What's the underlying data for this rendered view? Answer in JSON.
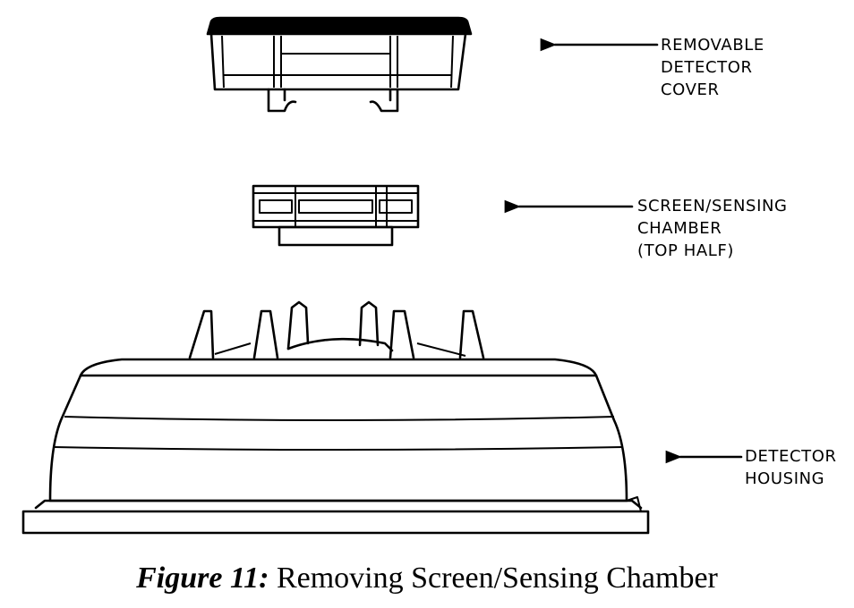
{
  "labels": {
    "cover": [
      "REMOVABLE",
      "DETECTOR",
      "COVER"
    ],
    "chamber": [
      "SCREEN/SENSING",
      "CHAMBER",
      "(TOP HALF)"
    ],
    "housing": [
      "DETECTOR",
      "HOUSING"
    ]
  },
  "caption": {
    "number": "Figure 11:",
    "text": " Removing Screen/Sensing Chamber"
  }
}
